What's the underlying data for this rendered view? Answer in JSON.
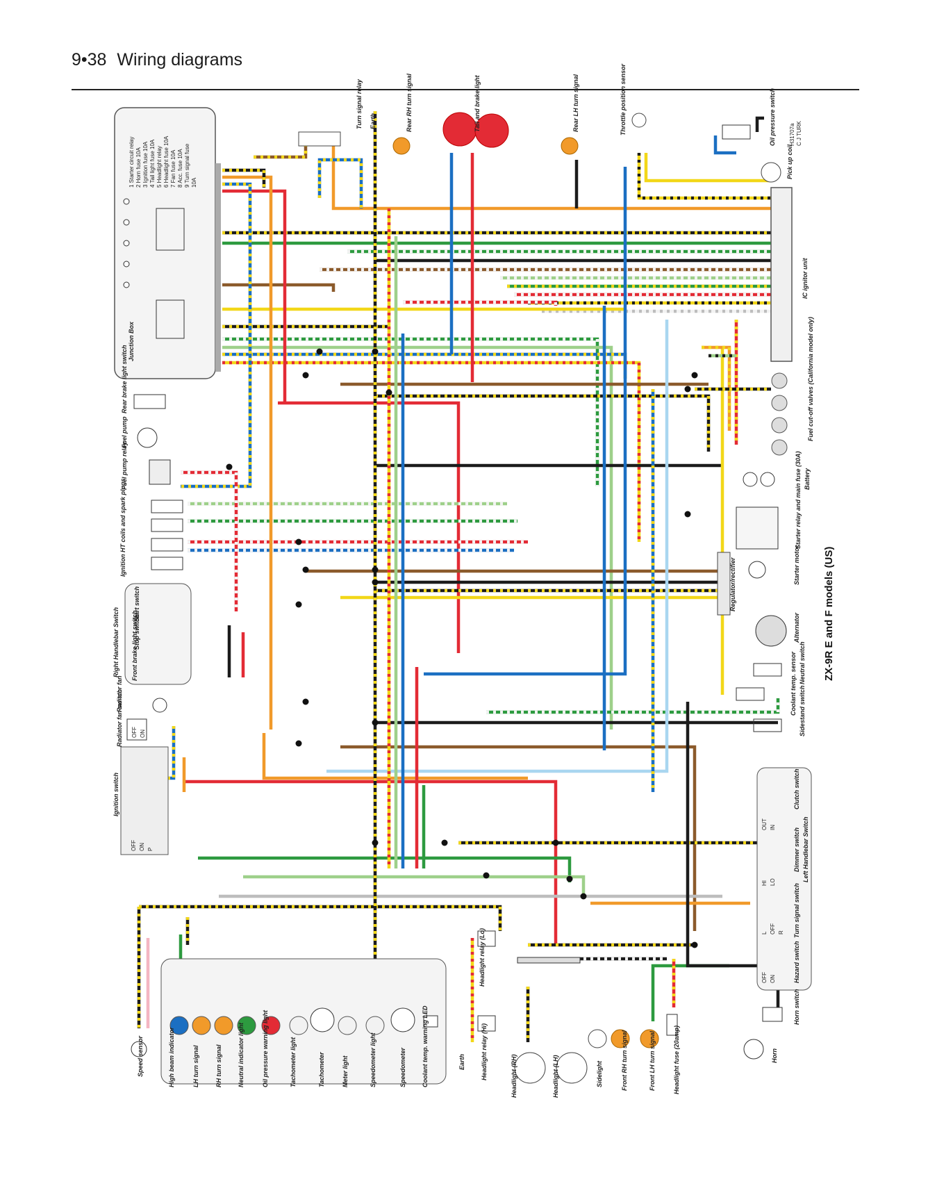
{
  "header": {
    "page_number": "9•38",
    "title": "Wiring diagrams"
  },
  "diagram_title": "ZX-9R E and F models (US)",
  "credit": [
    "H31707a",
    "C J TURK"
  ],
  "junction_box": {
    "label": "Junction Box",
    "fuses": [
      "1  Starter circuit relay",
      "2  Horn fuse 10A",
      "3  Ignition fuse 10A",
      "4  Tail light fuse 10A",
      "5  Headlight relay",
      "6  Headlight fuse 10A",
      "7  Fan fuse 10A",
      "8  Acc. fuse 10A",
      "9  Turn signal fuse",
      "    10A"
    ]
  },
  "labels": {
    "turn_signal_relay": "Turn signal relay",
    "earth": "Earth",
    "rear_rh_turn": "Rear RH turn signal",
    "tail_brake": "Tail and brake light",
    "rear_lh_turn": "Rear LH turn signal",
    "throttle_sensor": "Throttle position sensor",
    "oil_pressure_switch": "Oil pressure switch",
    "pick_up_coil": "Pick up coil",
    "ic_ignitor": "IC ignitor unit",
    "fuel_cutoff": "Fuel cut-off valves (California model only)",
    "battery": "Battery",
    "starter_relay": "Starter relay and main fuse (30A)",
    "starter_motor": "Starter motor",
    "regulator": "Regulator/rectifier",
    "alternator": "Alternator",
    "neutral_switch": "Neutral switch",
    "coolant_temp_sensor": "Coolant temp. sensor",
    "sidestand_switch": "Sidestand switch",
    "clutch_switch": "Clutch switch",
    "left_handlebar_switch": "Left Handlebar Switch",
    "dimmer_switch": "Dimmer switch",
    "turn_signal_switch": "Turn signal switch",
    "hazard_switch": "Hazard switch",
    "horn_switch": "Horn switch",
    "horn": "Horn",
    "rear_brake_switch": "Rear brake light switch",
    "fuel_pump": "Fuel pump",
    "fuel_pump_relay": "Fuel pump relay",
    "ignition_coils": "Ignition HT coils and spark plugs",
    "right_handlebar_switch": "Right Handlebar Switch",
    "start_switch": "Start switch",
    "stop_switch": "Stop switch",
    "front_brake_switch": "Front brake light switch",
    "radiator_fan_switch": "Radiator fan switch",
    "radiator_fan": "Radiator fan",
    "ignition_switch": "Ignition switch",
    "speed_sensor": "Speed sensor",
    "high_beam": "High beam indicator",
    "lh_turn_signal": "LH turn signal",
    "rh_turn_signal": "RH turn signal",
    "neutral_indicator": "Neutral indicator light",
    "oil_pressure_warning": "Oil pressure warning light",
    "tachometer_light": "Tachometer light",
    "tachometer": "Tachometer",
    "meter_light": "Meter light",
    "speedometer_light": "Speedometer light",
    "speedometer": "Speedometer",
    "coolant_led": "Coolant temp. warning LED",
    "earth2": "Earth",
    "headlight_relay_hi": "Headlight relay (Hi)",
    "headlight_relay_lo": "Headlight relay (Lo)",
    "headlight_rh": "Headlight (RH)",
    "headlight_lh": "Headlight (LH)",
    "sidelight": "Sidelight",
    "front_rh_turn": "Front RH turn signal",
    "front_lh_turn": "Front LH turn signal",
    "headlight_fuse": "Headlight fuse (20amp)"
  },
  "switch_positions": {
    "ignition": [
      "OFF",
      "ON",
      "P"
    ],
    "radiator": [
      "OFF",
      "ON"
    ],
    "clutch": [
      "OUT",
      "IN"
    ],
    "dimmer": [
      "HI",
      "LO"
    ],
    "turn": [
      "L",
      "OFF",
      "R"
    ],
    "hazard": [
      "OFF",
      "ON"
    ]
  },
  "colors": {
    "red": "#e32b35",
    "blue": "#1b6fc2",
    "green": "#2d9a3f",
    "yellow": "#f2d718",
    "black": "#1c1c1c",
    "brown": "#8b5a2b",
    "orange": "#f19a2a",
    "lightgreen": "#9ed08a",
    "lightblue": "#a9d6f0",
    "grey": "#bdbdbd",
    "white": "#f2f2f2",
    "pink": "#f4b6c2"
  }
}
